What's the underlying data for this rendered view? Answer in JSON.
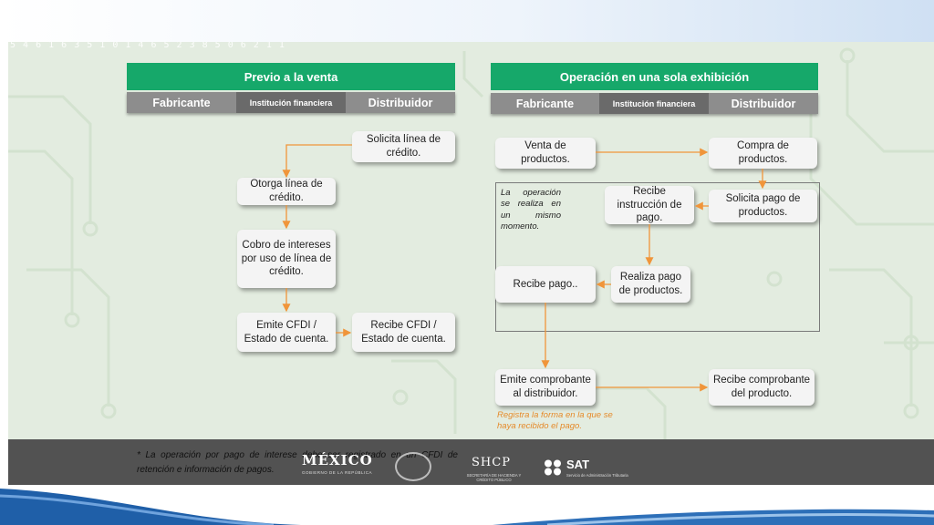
{
  "digits": "5 4 6 1 6 3 5 1 0 1 4 6 5 2 3 8 5 0 6 2 1 1",
  "left": {
    "header": "Previo a la venta",
    "roles": [
      "Fabricante",
      "Institución financiera",
      "Distribuidor"
    ],
    "steps": [
      "Solicita línea de crédito.",
      "Otorga línea de crédito.",
      "Cobro de intereses por uso de línea de crédito.",
      "Emite CFDI / Estado de cuenta.",
      "Recibe CFDI / Estado de cuenta."
    ]
  },
  "right": {
    "header": "Operación en una sola exhibición",
    "roles": [
      "Fabricante",
      "Institución financiera",
      "Distribuidor"
    ],
    "steps": [
      "Venta de productos.",
      "Compra de productos.",
      "Solicita pago de productos.",
      "Recibe instrucción de pago.",
      "Realiza pago de productos.",
      "Recibe pago..",
      "Emite comprobante al distribuidor.",
      "Recibe comprobante del producto."
    ],
    "frame_note": "La operación se realiza en un mismo momento.",
    "payment_note": "Registra la forma en la que se haya recibido el pago."
  },
  "footer": {
    "note": "* La operación por pago de interese debe ser registrado en un CFDI de retención e información de pagos.",
    "logos": {
      "mexico": "MÉXICO",
      "mexico_sub": "GOBIERNO DE LA REPÚBLICA",
      "shcp": "SHCP",
      "shcp_sub": "SECRETARÍA DE HACIENDA Y CRÉDITO PÚBLICO",
      "sat": "SAT",
      "sat_sub": "Servicio de Administración Tributaria"
    }
  },
  "colors": {
    "header_green": "#16a86a",
    "arrow_orange": "#f0953a",
    "role_gray": "#8d8d8d",
    "panel": "#e3ece0"
  }
}
